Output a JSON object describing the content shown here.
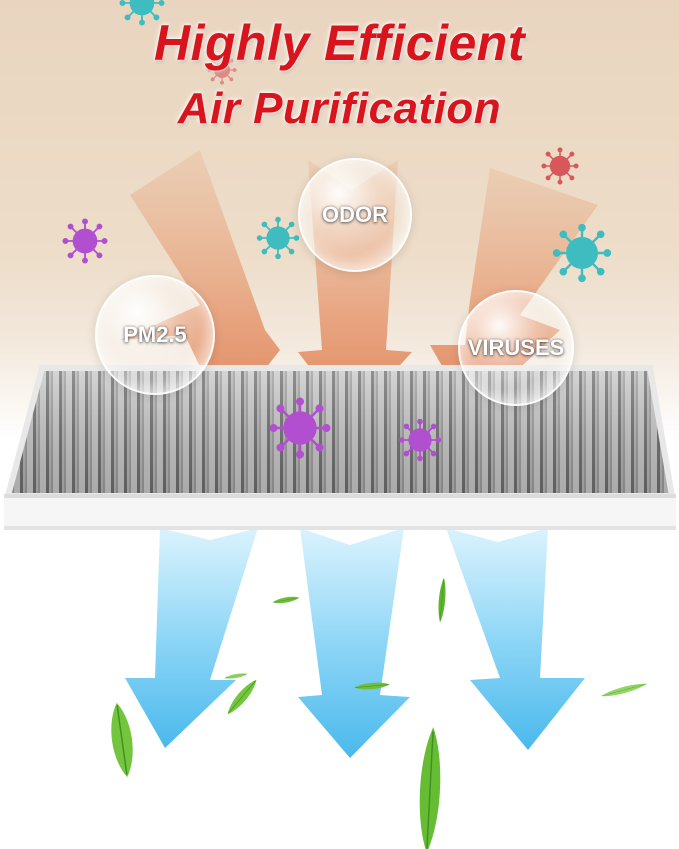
{
  "headline": {
    "line1": "Highly Efficient",
    "line2": "Air Purification"
  },
  "bubbles": {
    "odor": "ODOR",
    "pm25": "PM2.5",
    "viruses": "VIRUSES"
  },
  "colors": {
    "title": "#d8141c",
    "incoming_arrow": "#e8a27e",
    "outgoing_arrow": "#5cc3ee",
    "virus_purple": "#b14fd0",
    "virus_teal": "#3fbcbf",
    "virus_red": "#d8575a",
    "leaf": "#6cc13a",
    "filter_frame": "#f4f4f4",
    "filter_media": "#8a8a8a"
  },
  "icons": [
    "virus-icon",
    "leaf-icon",
    "arrow-down-icon",
    "air-filter-icon"
  ]
}
